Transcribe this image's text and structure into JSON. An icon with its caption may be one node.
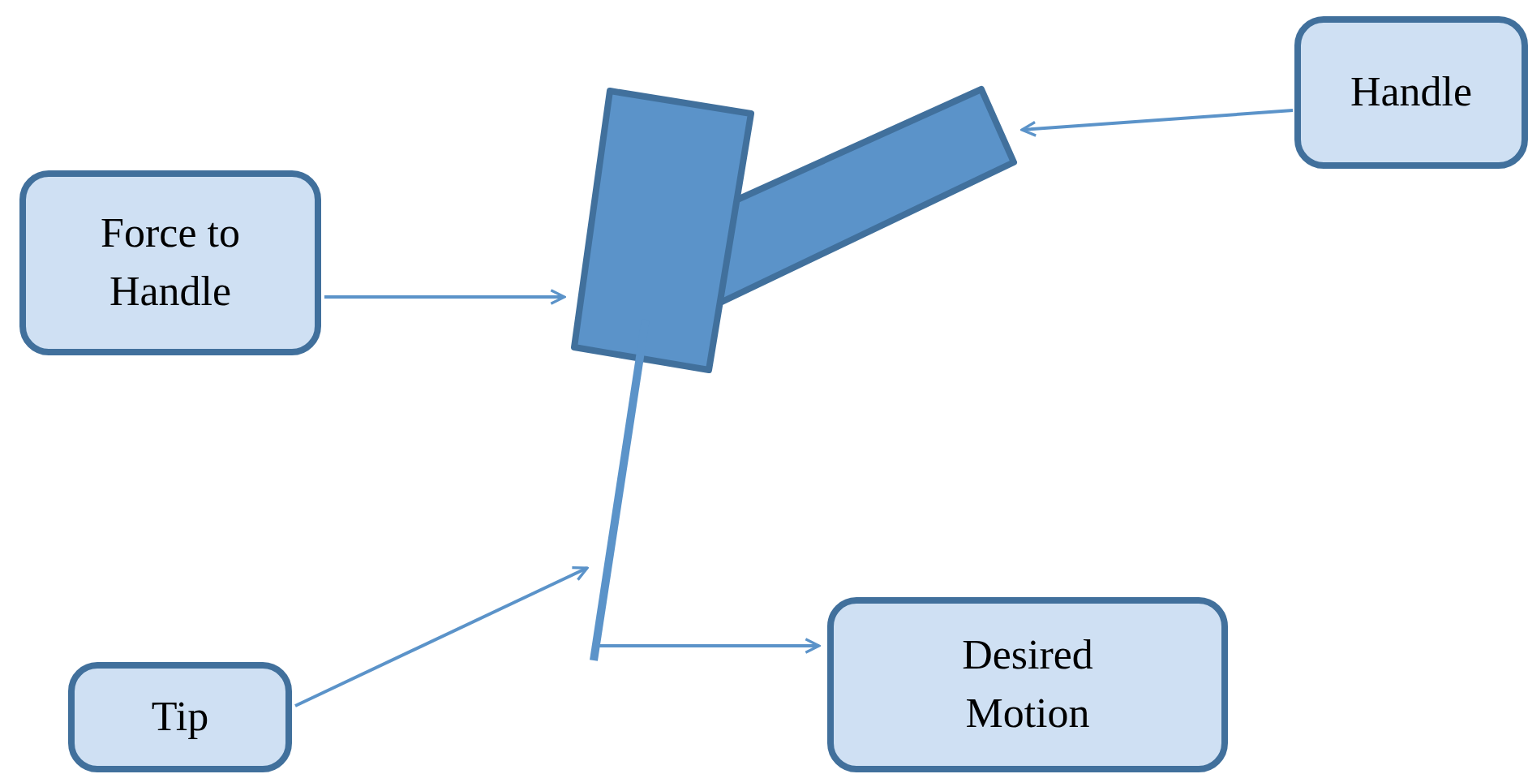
{
  "diagram": {
    "nodes": [
      {
        "text": [
          "Force to Handle"
        ]
      },
      {
        "text": [],
        "shape": "box"
      },
      {
        "text": [],
        "shape": "bar"
      },
      {
        "text": [
          "Handle"
        ]
      },
      {
        "text": [],
        "shape": "bar"
      },
      {
        "text": [
          "Desired Motion"
        ]
      },
      {
        "text": [
          "Tip"
        ]
      }
    ],
    "edges": [
      {
        "from": 0,
        "to": 1,
        "arrow": "to"
      },
      {
        "from": 3,
        "to": 2,
        "arrow": "to"
      },
      {
        "from": 6,
        "to": 4,
        "arrow": "to"
      },
      {
        "from": 4,
        "to": 5,
        "arrow": "to"
      }
    ]
  }
}
